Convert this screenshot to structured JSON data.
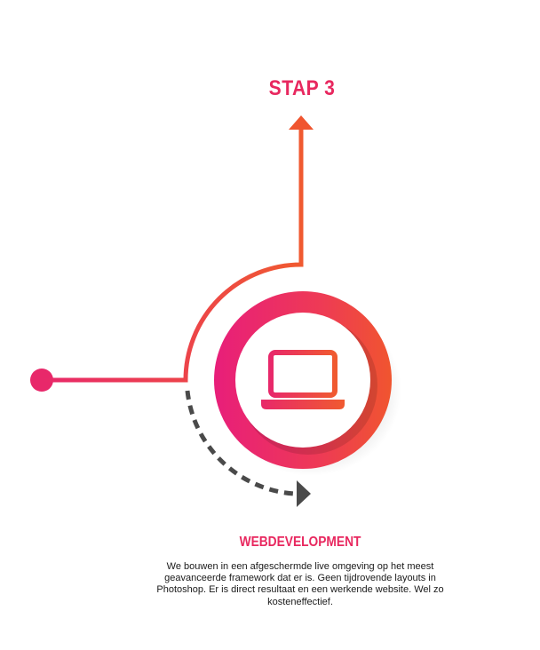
{
  "step": {
    "label": "STAP 3"
  },
  "content": {
    "title": "WEBDEVELOPMENT",
    "description": "We bouwen in een afgeschermde live omgeving op het meest geavanceerde framework dat er is. Geen tijdrovende layouts in Photoshop. Er is direct resultaat en een werkende website. Wel zo kosteneffectief."
  },
  "icons": {
    "central": "laptop-icon",
    "arrow_up": "arrow-up-icon",
    "arrow_dashed": "dashed-curved-arrow-icon"
  },
  "colors": {
    "brand_pink": "#e8285f",
    "brand_orange": "#f05a28",
    "arrow_gray": "#4a4a4a"
  }
}
